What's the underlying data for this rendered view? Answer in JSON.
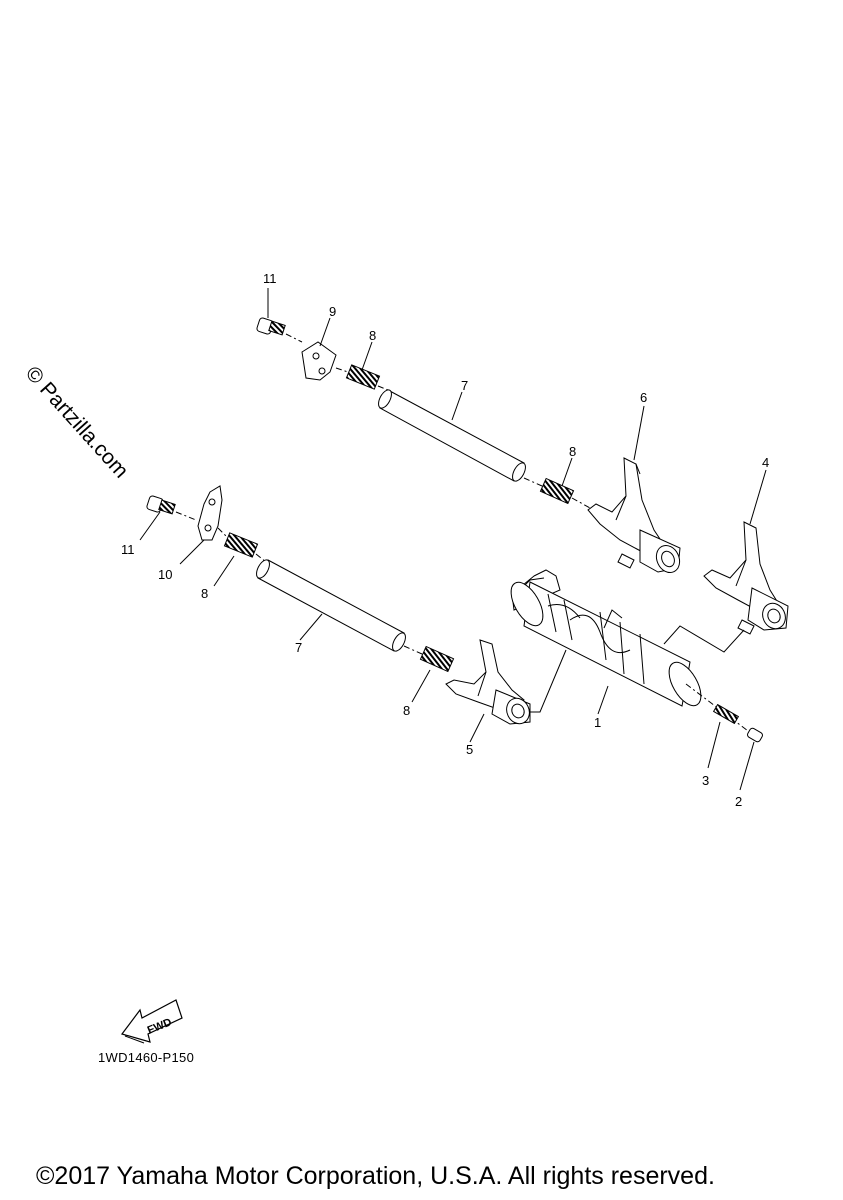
{
  "watermark": "© Partzilla.com",
  "diagram_code": "1WD1460-P150",
  "copyright": "©2017 Yamaha Motor Corporation, U.S.A. All rights reserved.",
  "fwd_label": "FWD",
  "callouts": {
    "c1": "1",
    "c2": "2",
    "c3": "3",
    "c4": "4",
    "c5": "5",
    "c6": "6",
    "c7a": "7",
    "c7b": "7",
    "c8a": "8",
    "c8b": "8",
    "c8c": "8",
    "c8d": "8",
    "c9": "9",
    "c10": "10",
    "c11a": "11",
    "c11b": "11"
  }
}
